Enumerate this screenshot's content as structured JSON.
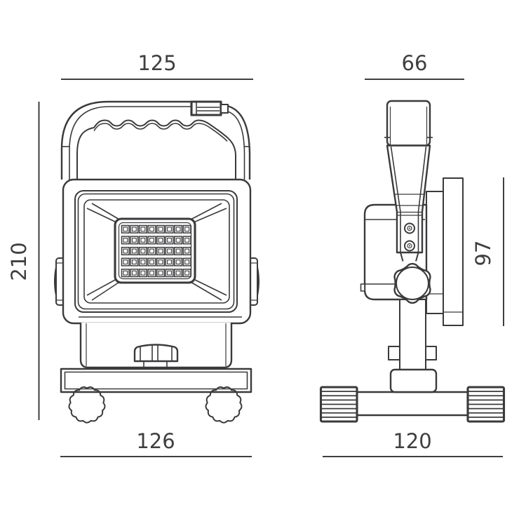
{
  "colors": {
    "background": "#ffffff",
    "line": "#3a3a3c",
    "dimension": "#3f3f41"
  },
  "drawing": {
    "front_view": {
      "top_width_label": "125",
      "bottom_width_label": "126",
      "height_label": "210",
      "led_grid": {
        "rows": 5,
        "cols": 8
      }
    },
    "side_view": {
      "top_width_label": "66",
      "bottom_width_label": "120",
      "back_height_label": "97"
    }
  }
}
